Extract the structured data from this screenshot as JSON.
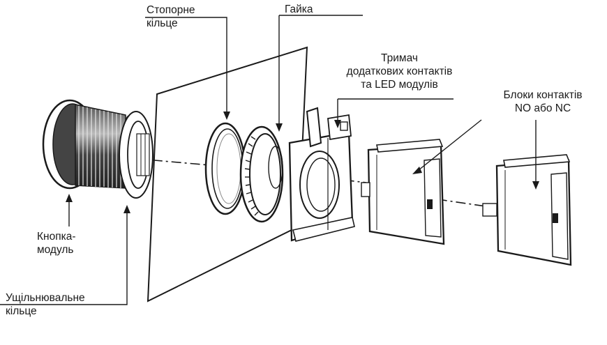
{
  "labels": {
    "stop_ring": {
      "line1": "Стопорне",
      "line2": "кільце"
    },
    "nut": "Гайка",
    "holder": {
      "line1": "Тримач",
      "line2": "додаткових контактів",
      "line3": "та LED модулів"
    },
    "contact_blocks": {
      "line1": "Блоки контактів",
      "line2": "NO або NC"
    },
    "button_module": {
      "line1": "Кнопка-",
      "line2": "модуль"
    },
    "seal_ring": {
      "line1": "Ущільнювальне",
      "line2": "кільце"
    }
  },
  "colors": {
    "ink": "#1a1a1a",
    "paper": "#ffffff",
    "shade": "#7a7a7a",
    "thread": "#3a3a3a"
  }
}
